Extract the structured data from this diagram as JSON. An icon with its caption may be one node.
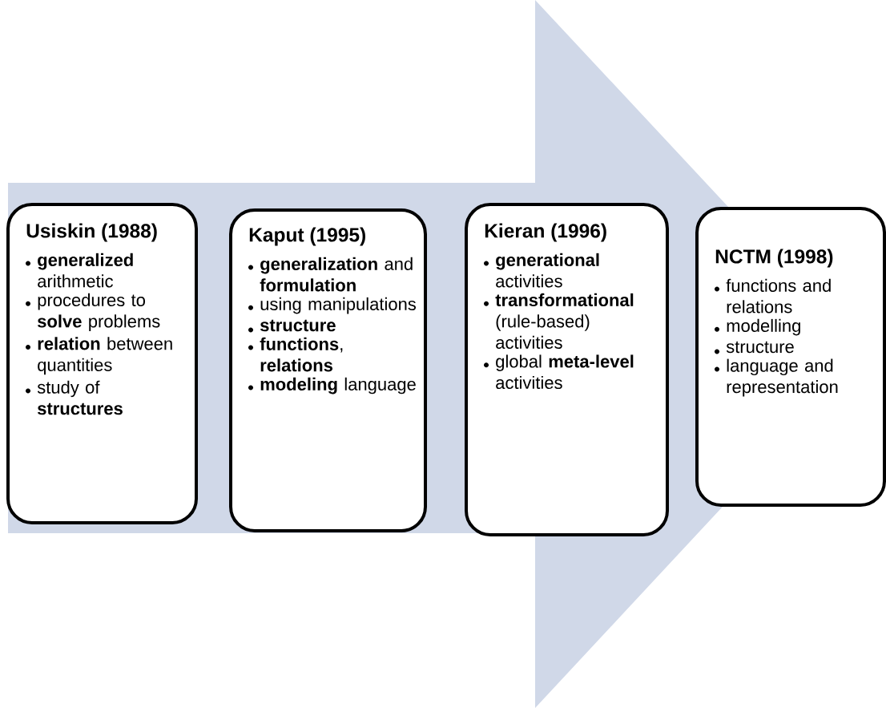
{
  "diagram": {
    "nodes": [
      {
        "text": [
          "Usiskin (1988)",
          "**generalized** arithmetic",
          "procedures to **solve** problems",
          "**relation** between quantities",
          "study of **structures**"
        ]
      },
      {
        "text": [
          "Kaput (1995)",
          "**generalization** and **formulation**",
          "using manipulations",
          "**structure**",
          "**functions**, **relations**",
          "**modeling** language"
        ]
      },
      {
        "text": [
          "Kieran (1996)",
          "**generational** activities",
          "**transformational** (rule-based) activities",
          "global **meta-level** activities"
        ]
      },
      {
        "text": [
          "NCTM (1998)",
          "functions and relations",
          "modelling",
          "structure",
          "language and representation"
        ]
      }
    ],
    "edges": [
      {
        "from": 0,
        "to": 3,
        "arrow": "to"
      }
    ]
  }
}
